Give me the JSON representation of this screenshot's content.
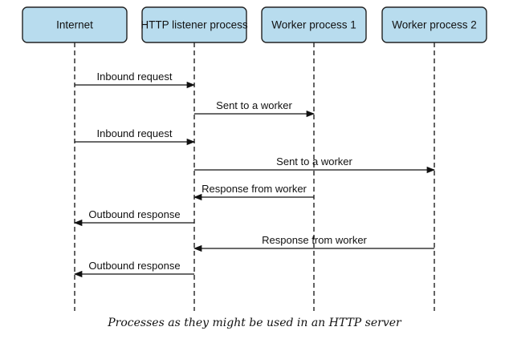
{
  "actors": [
    {
      "id": "internet",
      "label": "Internet"
    },
    {
      "id": "listener",
      "label": "HTTP listener process"
    },
    {
      "id": "worker1",
      "label": "Worker process 1"
    },
    {
      "id": "worker2",
      "label": "Worker process 2"
    }
  ],
  "messages": [
    {
      "from": "internet",
      "to": "listener",
      "label": "Inbound request"
    },
    {
      "from": "listener",
      "to": "worker1",
      "label": "Sent to a worker"
    },
    {
      "from": "internet",
      "to": "listener",
      "label": "Inbound request"
    },
    {
      "from": "listener",
      "to": "worker2",
      "label": "Sent to a worker"
    },
    {
      "from": "worker1",
      "to": "listener",
      "label": "Response from worker"
    },
    {
      "from": "listener",
      "to": "internet",
      "label": "Outbound response"
    },
    {
      "from": "worker2",
      "to": "listener",
      "label": "Response from worker"
    },
    {
      "from": "listener",
      "to": "internet",
      "label": "Outbound response"
    }
  ],
  "caption": "Processes as they might be used in an HTTP server",
  "colors": {
    "actor_fill": "#b8dcee",
    "line": "#111111"
  }
}
